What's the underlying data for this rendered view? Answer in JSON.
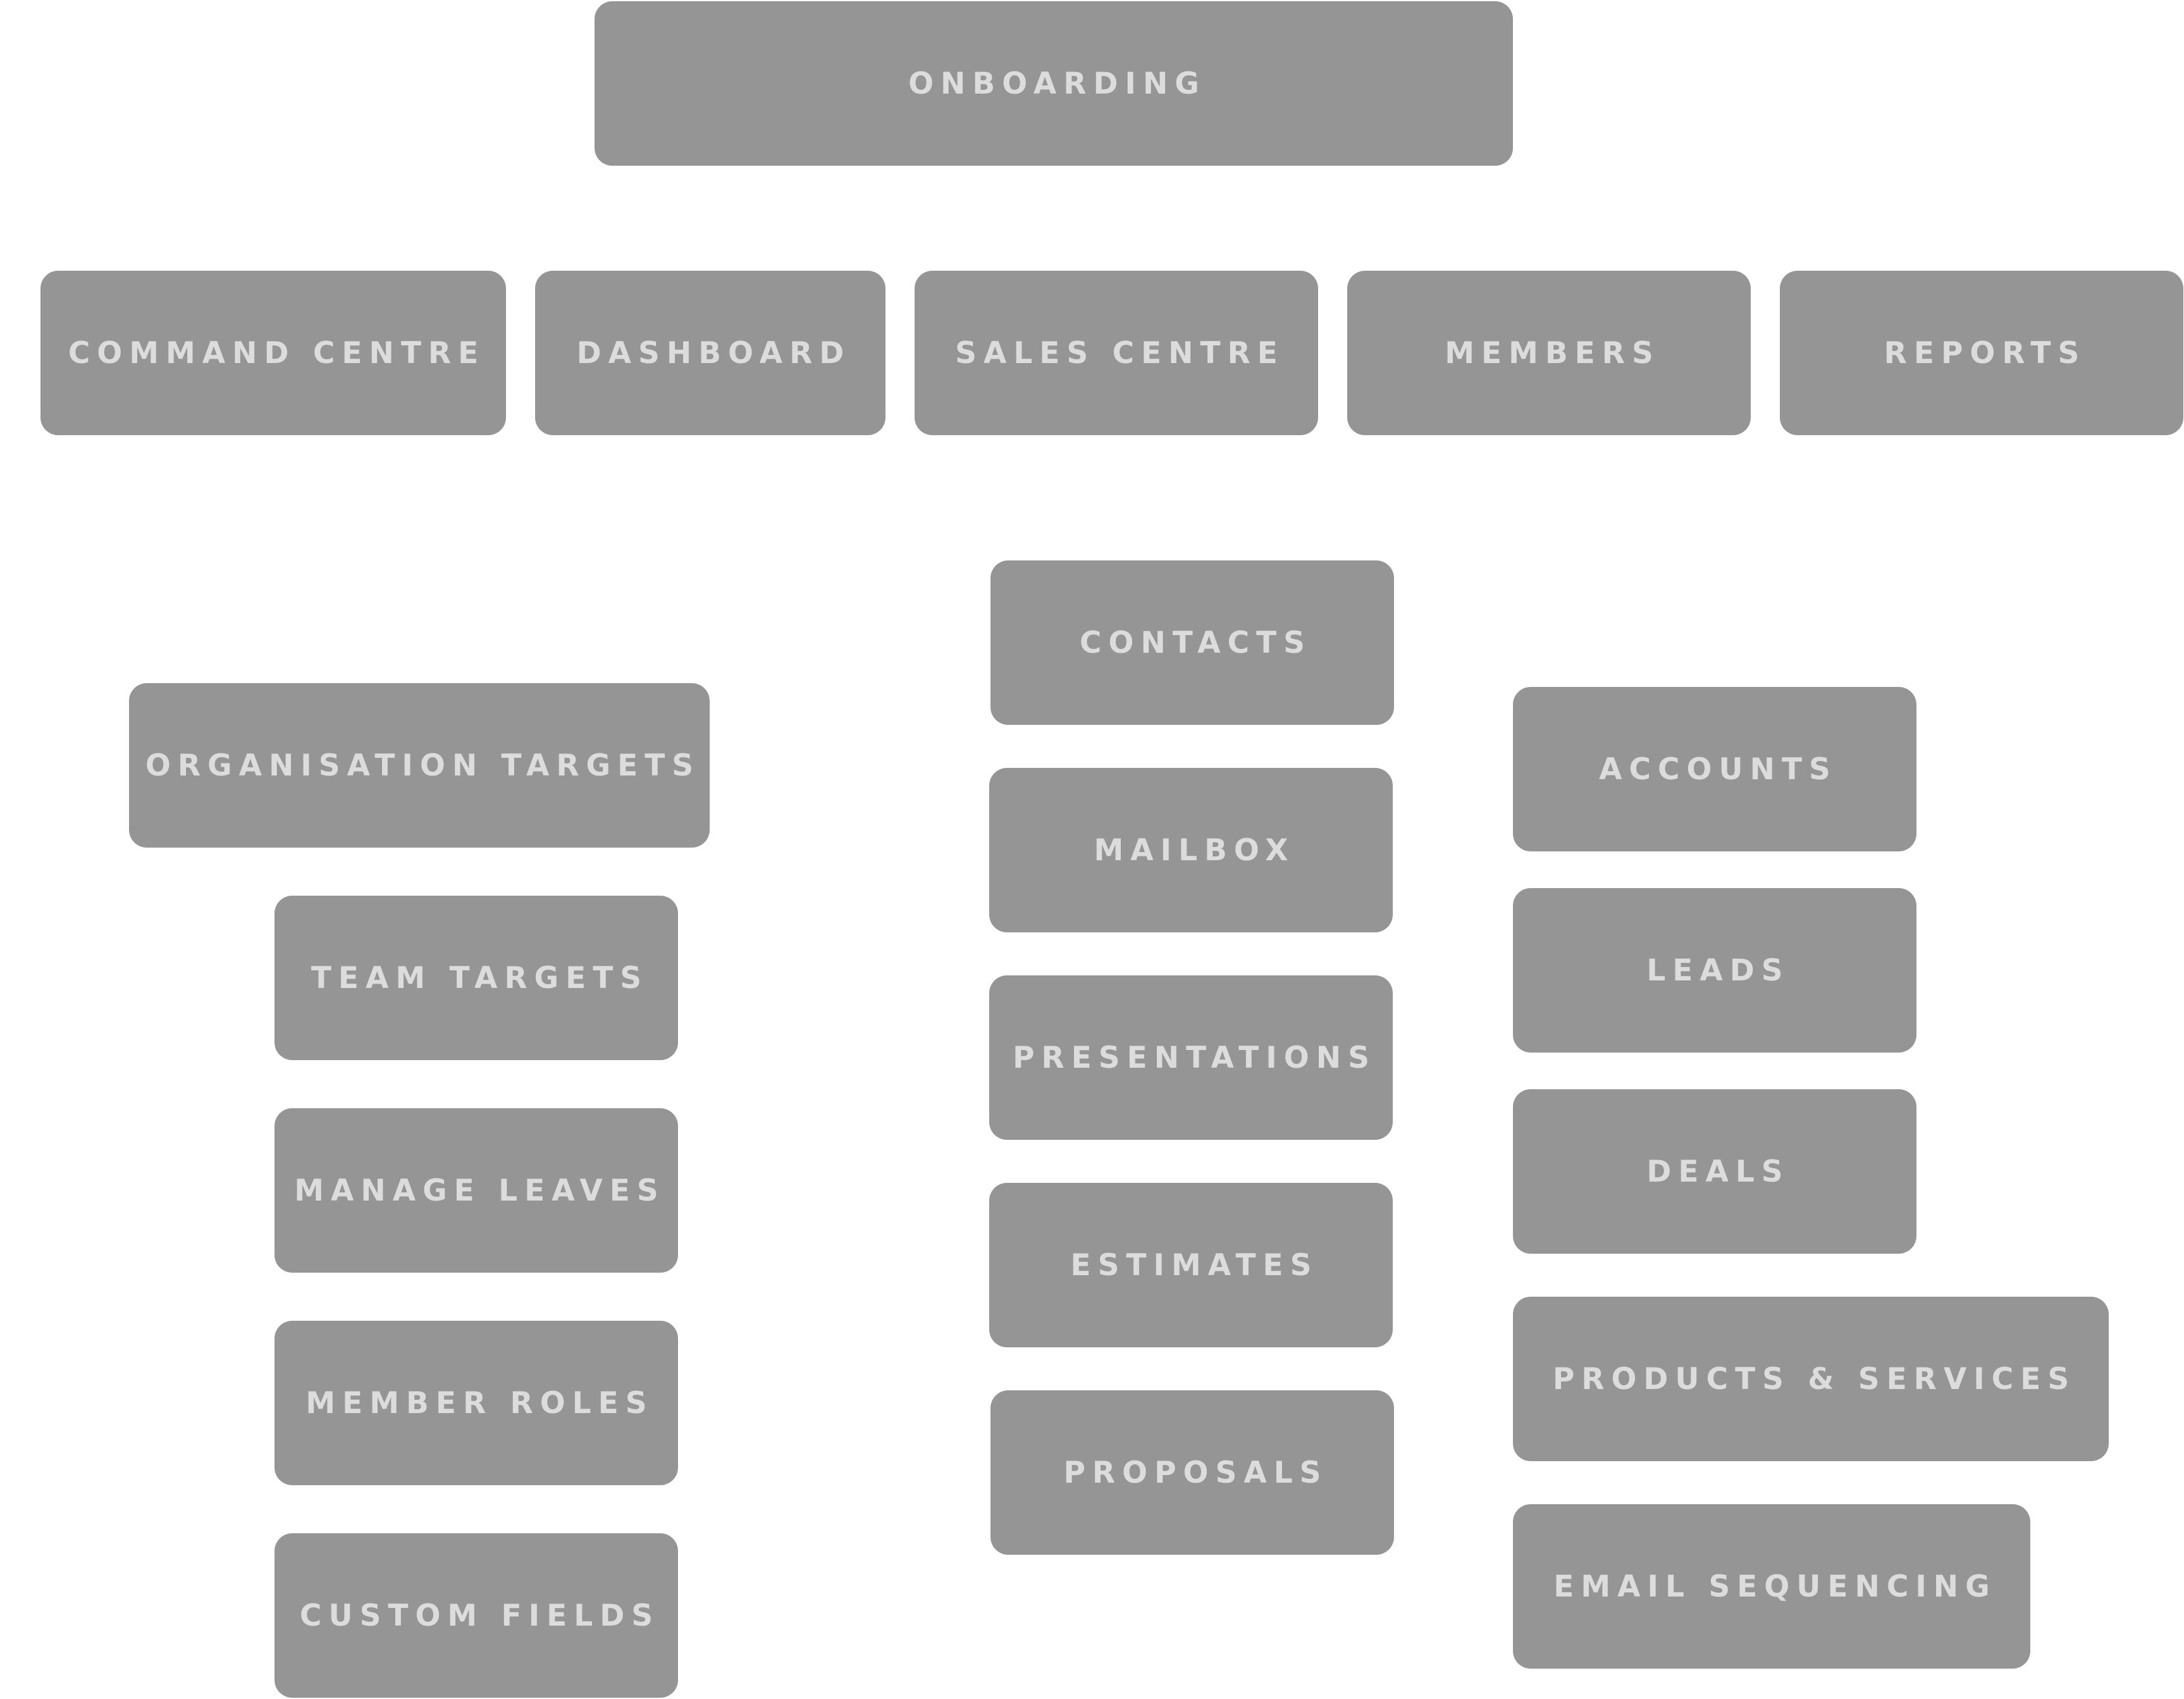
{
  "diagram": {
    "root": {
      "label": "ONBOARDING"
    },
    "sections": [
      {
        "label": "COMMAND CENTRE",
        "children": [
          "ORGANISATION TARGETS",
          "TEAM TARGETS",
          "MANAGE LEAVES",
          "MEMBER ROLES",
          "CUSTOM FIELDS"
        ]
      },
      {
        "label": "DASHBOARD",
        "children": []
      },
      {
        "label": "SALES CENTRE",
        "children": [
          "CONTACTS",
          "MAILBOX",
          "PRESENTATIONS",
          "ESTIMATES",
          "PROPOSALS",
          "ACCOUNTS",
          "LEADS",
          "DEALS",
          "PRODUCTS & SERVICES",
          "EMAIL SEQUENCING"
        ]
      },
      {
        "label": "MEMBERS",
        "children": []
      },
      {
        "label": "REPORTS",
        "children": []
      }
    ],
    "colors": {
      "node_fill": "#959595",
      "node_text": "#dcdcdc",
      "connector": "#ffffff",
      "background": "#ffffff"
    }
  }
}
